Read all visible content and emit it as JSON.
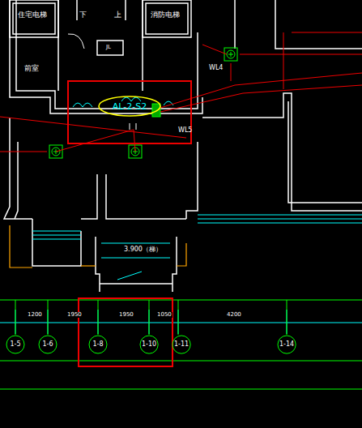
{
  "diagram": {
    "nodes": [
      {
        "text": [
          "1-5"
        ]
      },
      {
        "text": [
          "1-6"
        ]
      },
      {
        "text": [
          "1-8"
        ]
      },
      {
        "text": [
          "1-10"
        ]
      },
      {
        "text": [
          "1-11"
        ]
      },
      {
        "text": [
          "1-14"
        ]
      },
      {
        "text": [
          "AL-2-S2"
        ]
      }
    ],
    "edges": [],
    "labels": [
      "住宅电梯",
      "消防电梯",
      "下",
      "上",
      "JL",
      "前室",
      "WL4",
      "WL5",
      "3.900（梯）",
      "1200",
      "1950",
      "1950",
      "1050",
      "4200"
    ]
  }
}
